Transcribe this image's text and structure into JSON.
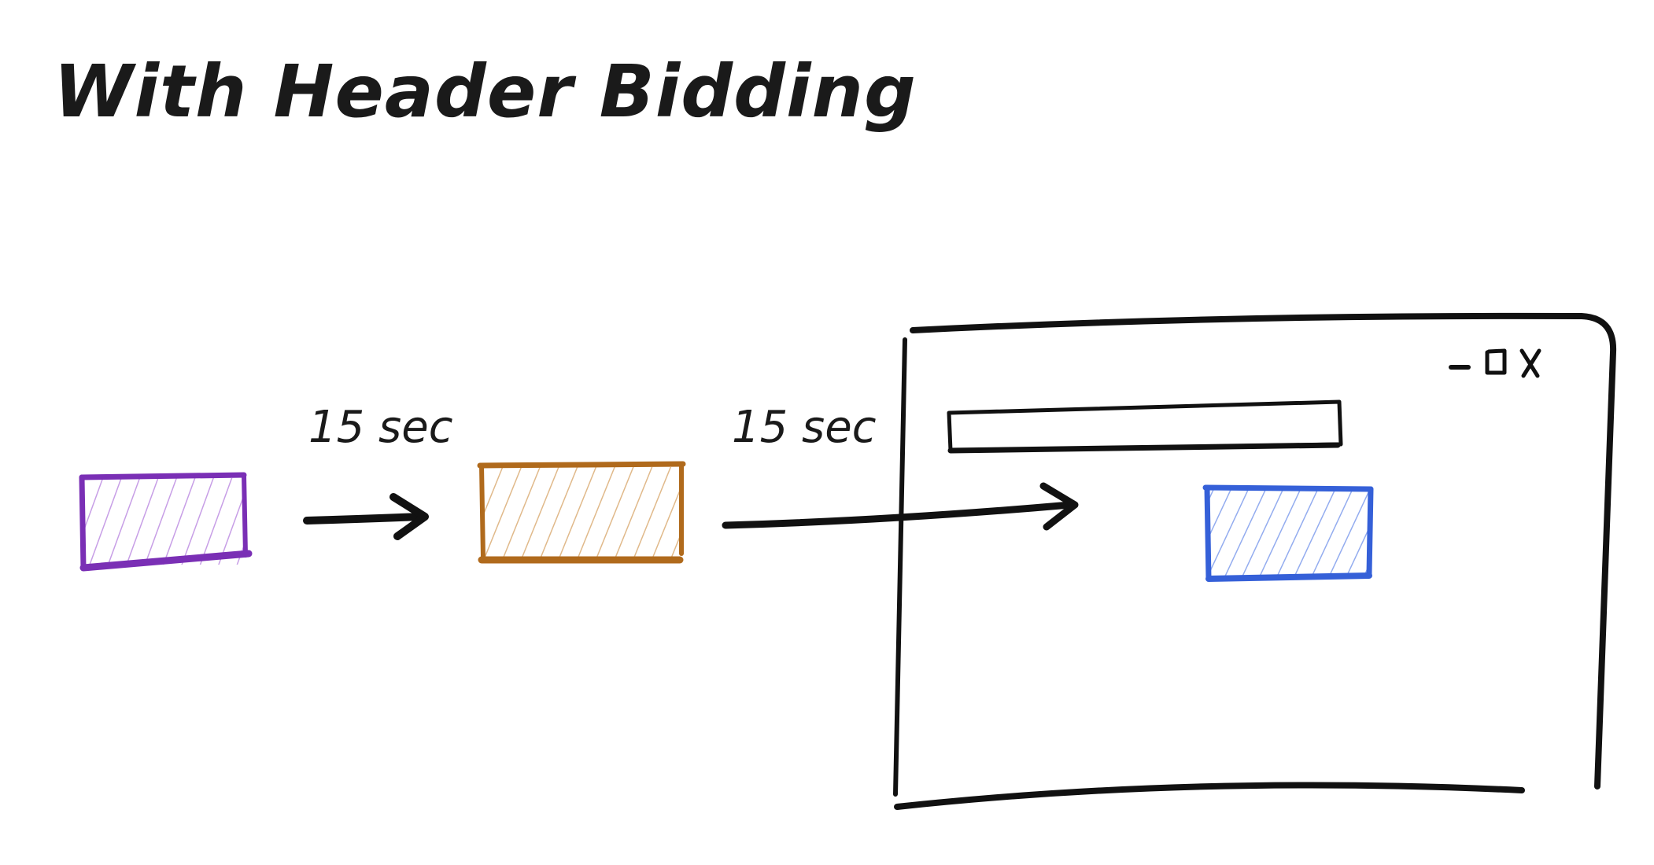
{
  "title": "With Header Bidding",
  "steps": [
    {
      "label": "15 sec"
    },
    {
      "label": "15 sec"
    }
  ],
  "window_controls": {
    "minimize_icon": "minimize-icon",
    "maximize_icon": "maximize-icon",
    "close_icon": "close-icon"
  },
  "colors": {
    "ink": "#111111",
    "first_box": "#7a2fb5",
    "second_box": "#b06a1c",
    "ad_slot": "#3560d8",
    "background": "#ffffff"
  }
}
